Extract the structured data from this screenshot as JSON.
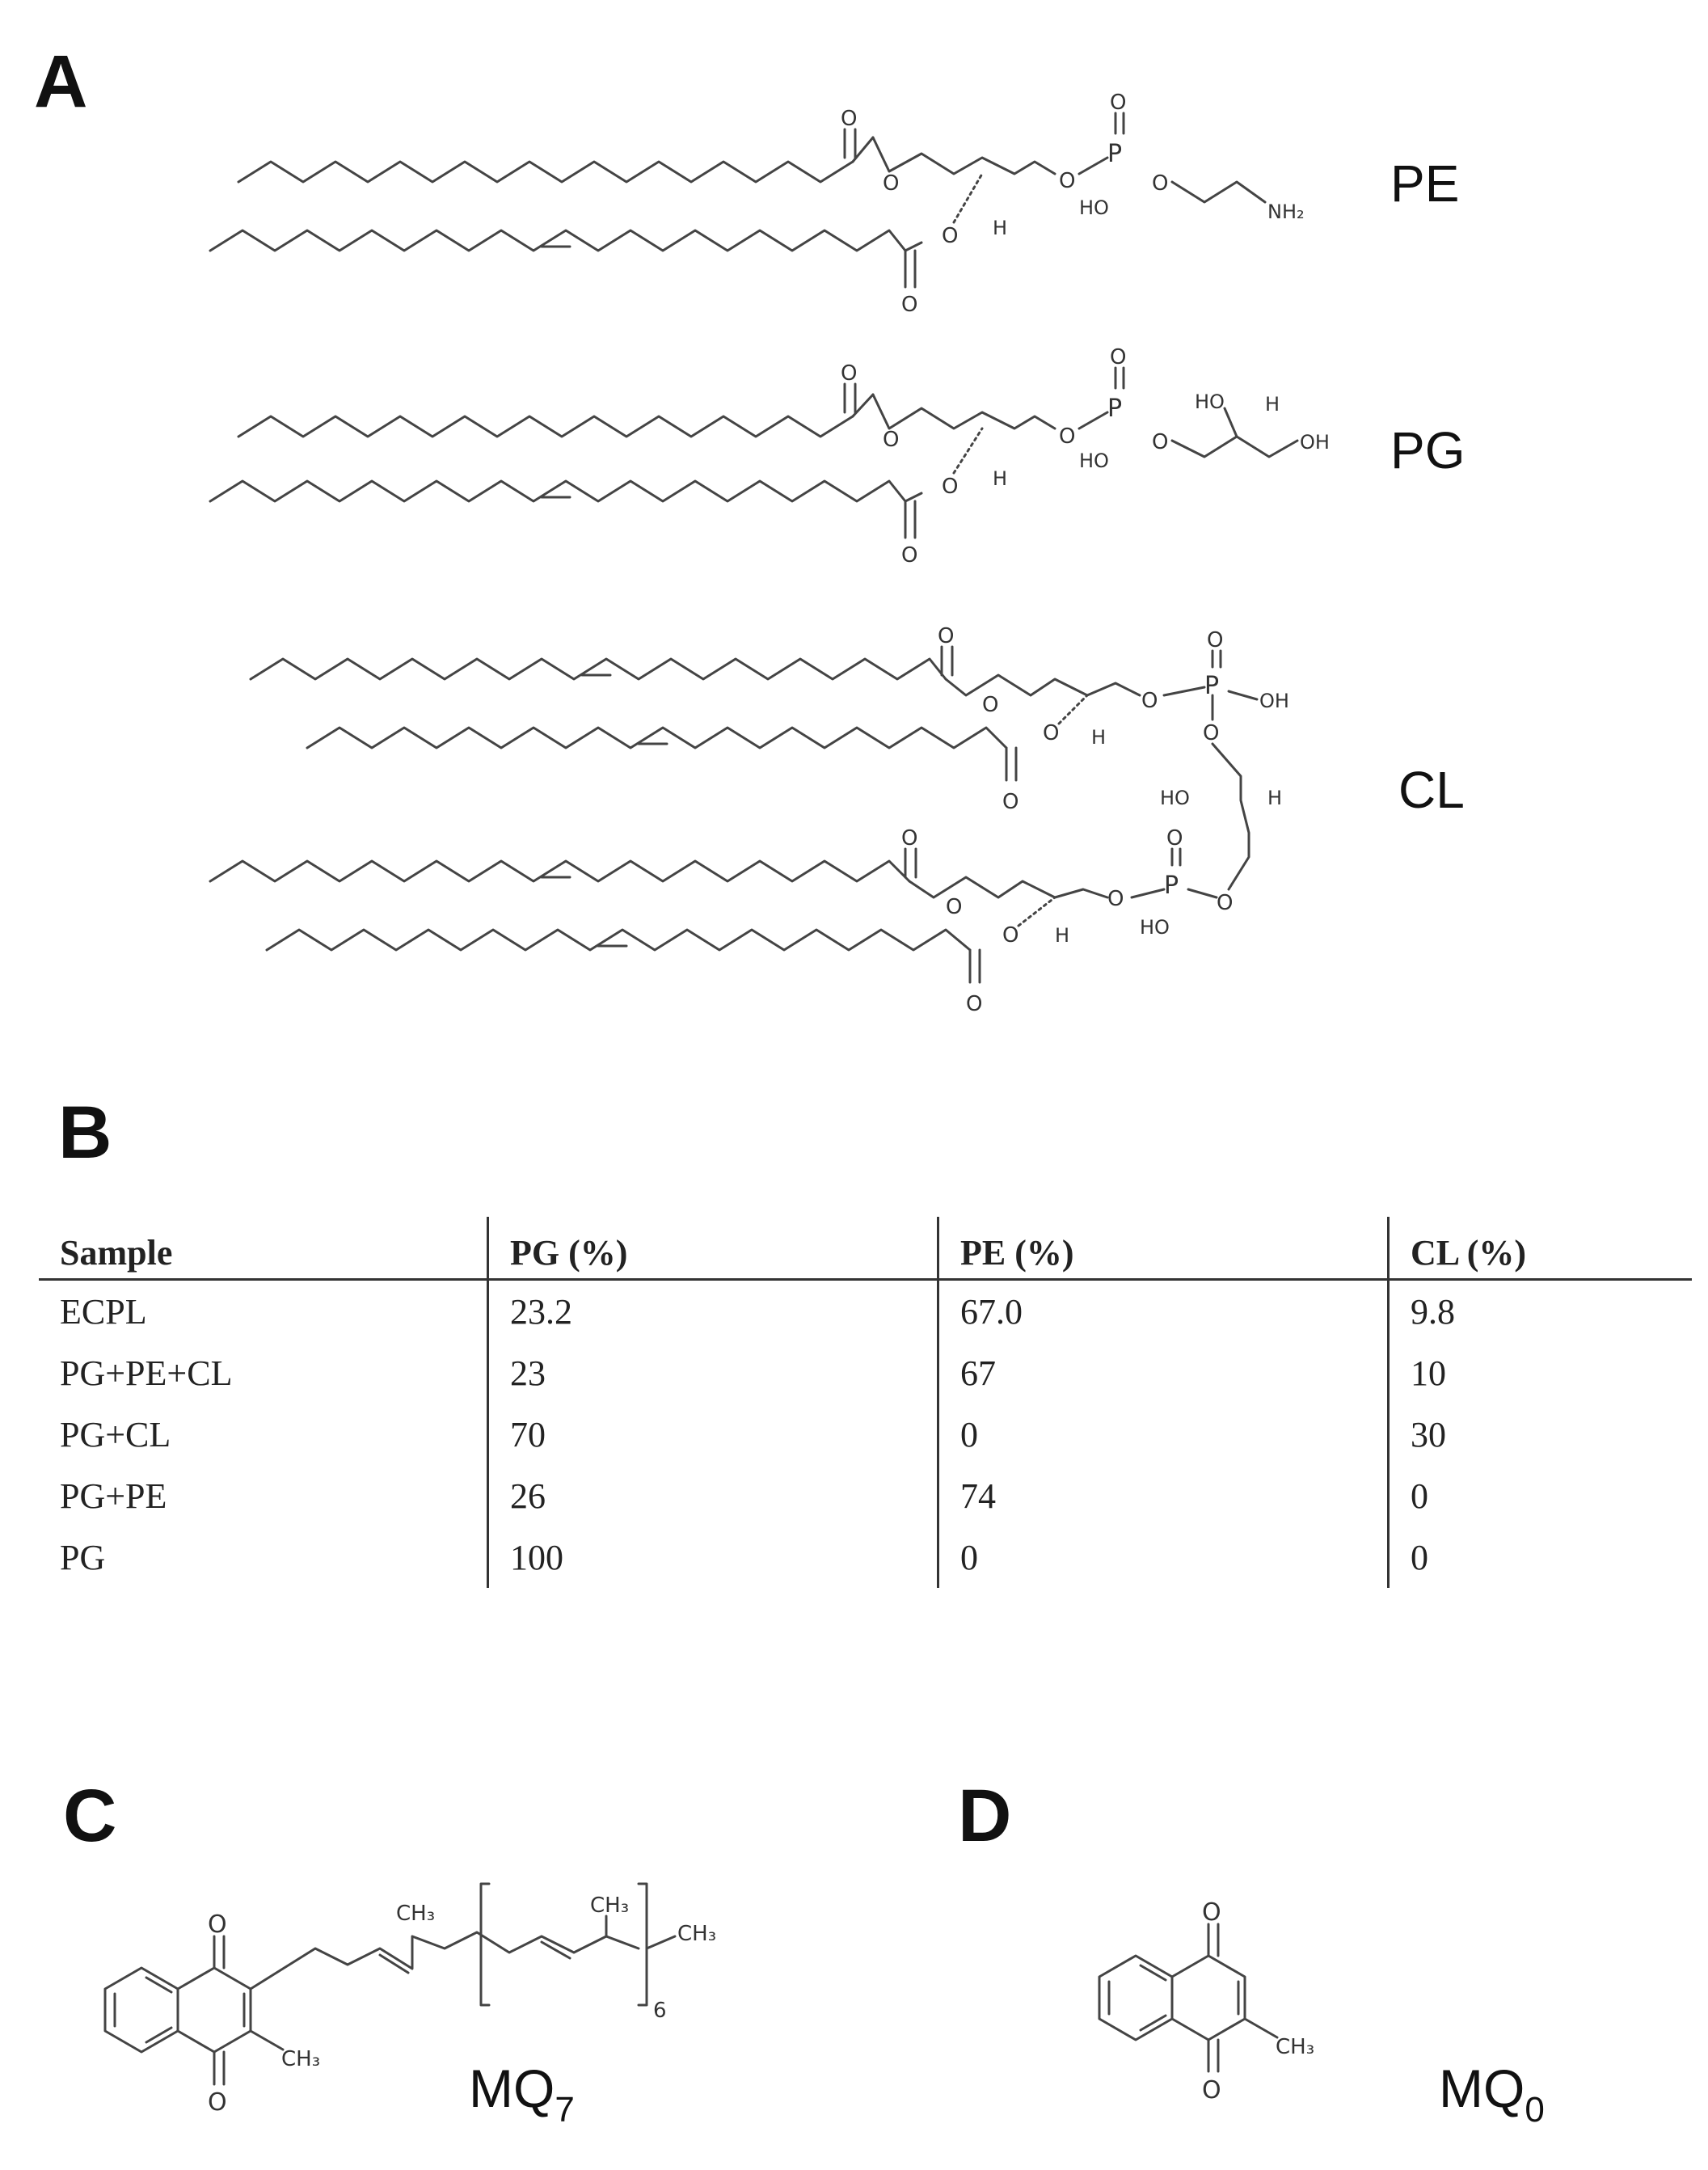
{
  "panels": {
    "a": "A",
    "b": "B",
    "c": "C",
    "d": "D"
  },
  "lipids": {
    "pe": {
      "label": "PE",
      "atoms": {
        "o_carbonyl_1": "O",
        "o_ester_1": "O",
        "o_carbonyl_2": "O",
        "o_ester_2": "O",
        "h": "H",
        "o_phos_1": "O",
        "p": "P",
        "o_phos_dbl": "O",
        "ho": "HO",
        "o_phos_2": "O",
        "nh2": "NH₂"
      }
    },
    "pg": {
      "label": "PG",
      "atoms": {
        "o_carbonyl_1": "O",
        "o_ester_1": "O",
        "o_carbonyl_2": "O",
        "o_ester_2": "O",
        "h": "H",
        "o_phos_1": "O",
        "p": "P",
        "o_phos_dbl": "O",
        "ho": "HO",
        "o_phos_2": "O",
        "ho_glycerol": "HO",
        "h_glycerol": "H",
        "oh": "OH"
      }
    },
    "cl": {
      "label": "CL",
      "atoms": {
        "o_c1": "O",
        "o_e1": "O",
        "o_c2": "O",
        "o_e2": "O",
        "h1": "H",
        "o_p1": "O",
        "p1": "P",
        "o_p1_dbl": "O",
        "oh_p1": "OH",
        "o_link1": "O",
        "ho_center": "HO",
        "h_center": "H",
        "o_link2": "O",
        "p2": "P",
        "o_p2_dbl": "O",
        "ho_p2": "HO",
        "o_p2": "O",
        "o_c3": "O",
        "o_e3": "O",
        "o_c4": "O",
        "o_e4": "O",
        "h2": "H"
      }
    }
  },
  "table": {
    "headers": [
      "Sample",
      "PG (%)",
      "PE (%)",
      "CL (%)"
    ],
    "rows": [
      [
        "ECPL",
        "23.2",
        "67.0",
        "9.8"
      ],
      [
        "PG+PE+CL",
        "23",
        "67",
        "10"
      ],
      [
        "PG+CL",
        "70",
        "0",
        "30"
      ],
      [
        "PG+PE",
        "26",
        "74",
        "0"
      ],
      [
        "PG",
        "100",
        "0",
        "0"
      ]
    ]
  },
  "menaquinones": {
    "mq7": {
      "label": "MQ",
      "subscript": "7",
      "atoms": {
        "o_top": "O",
        "o_bottom": "O",
        "ch3_ring": "CH₃",
        "ch3_chain1": "CH₃",
        "ch3_chain2": "CH₃",
        "ch3_end": "CH₃",
        "repeat": "6"
      }
    },
    "mq0": {
      "label": "MQ",
      "subscript": "0",
      "atoms": {
        "o_top": "O",
        "o_bottom": "O",
        "ch3_ring": "CH₃"
      }
    }
  }
}
